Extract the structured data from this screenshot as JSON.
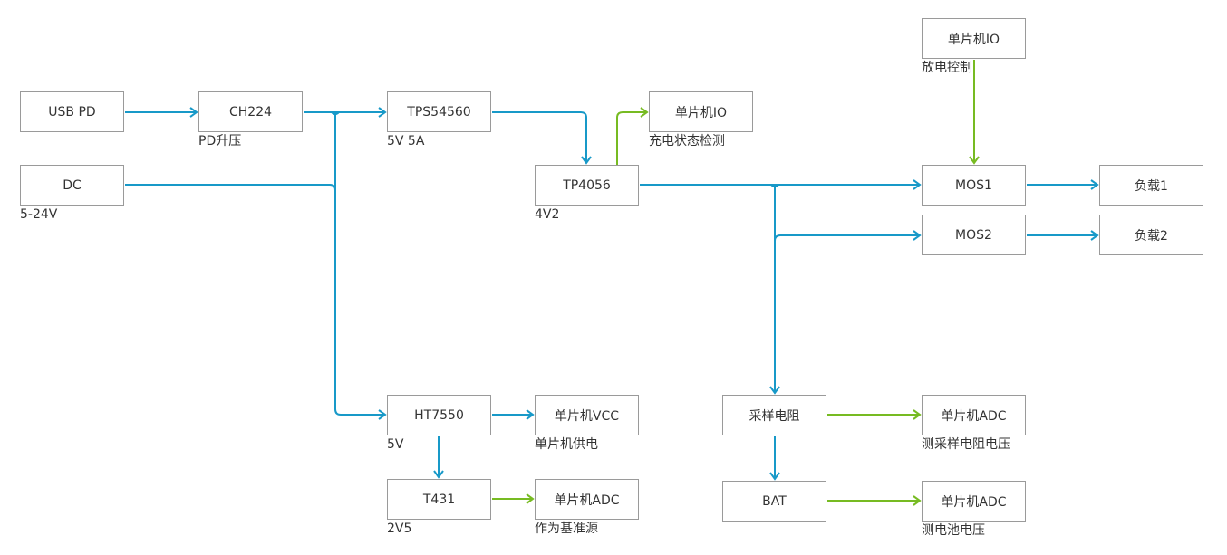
{
  "colors": {
    "power": "#1899c8",
    "signal": "#77bb22",
    "border": "#9a9a9a",
    "text": "#333333"
  },
  "nodes": {
    "usbpd": {
      "label": "USB PD",
      "note": ""
    },
    "dc": {
      "label": "DC",
      "note": "5-24V"
    },
    "ch224": {
      "label": "CH224",
      "note": "PD升压"
    },
    "tps54560": {
      "label": "TPS54560",
      "note": "5V 5A"
    },
    "tp4056": {
      "label": "TP4056",
      "note": "4V2"
    },
    "mcu_io_charge": {
      "label": "单片机IO",
      "note": "充电状态检测"
    },
    "mcu_io_discharge": {
      "label": "单片机IO",
      "note": "放电控制"
    },
    "mos1": {
      "label": "MOS1",
      "note": ""
    },
    "mos2": {
      "label": "MOS2",
      "note": ""
    },
    "load1": {
      "label": "负载1",
      "note": ""
    },
    "load2": {
      "label": "负载2",
      "note": ""
    },
    "ht7550": {
      "label": "HT7550",
      "note": "5V"
    },
    "mcu_vcc": {
      "label": "单片机VCC",
      "note": "单片机供电"
    },
    "t431": {
      "label": "T431",
      "note": "2V5"
    },
    "mcu_adc_ref": {
      "label": "单片机ADC",
      "note": "作为基准源"
    },
    "shunt": {
      "label": "采样电阻",
      "note": ""
    },
    "mcu_adc_shunt": {
      "label": "单片机ADC",
      "note": "测采样电阻电压"
    },
    "bat": {
      "label": "BAT",
      "note": ""
    },
    "mcu_adc_bat": {
      "label": "单片机ADC",
      "note": "测电池电压"
    }
  },
  "edges": [
    {
      "from": "usbpd",
      "to": "ch224",
      "type": "power"
    },
    {
      "from": "ch224",
      "to": "tps54560",
      "type": "power"
    },
    {
      "from": "dc",
      "to": "tps54560",
      "type": "power"
    },
    {
      "from": "ch224",
      "to": "ht7550",
      "type": "power"
    },
    {
      "from": "tps54560",
      "to": "tp4056",
      "type": "power"
    },
    {
      "from": "tp4056",
      "to": "mcu_io_charge",
      "type": "signal"
    },
    {
      "from": "tp4056",
      "to": "mos1",
      "type": "power"
    },
    {
      "from": "tp4056",
      "to": "mos2",
      "type": "power"
    },
    {
      "from": "tp4056",
      "to": "shunt",
      "type": "power"
    },
    {
      "from": "mcu_io_discharge",
      "to": "mos1",
      "type": "signal"
    },
    {
      "from": "mos1",
      "to": "load1",
      "type": "power"
    },
    {
      "from": "mos2",
      "to": "load2",
      "type": "power"
    },
    {
      "from": "ht7550",
      "to": "mcu_vcc",
      "type": "power"
    },
    {
      "from": "ht7550",
      "to": "t431",
      "type": "power"
    },
    {
      "from": "t431",
      "to": "mcu_adc_ref",
      "type": "signal"
    },
    {
      "from": "shunt",
      "to": "mcu_adc_shunt",
      "type": "signal"
    },
    {
      "from": "shunt",
      "to": "bat",
      "type": "power"
    },
    {
      "from": "bat",
      "to": "mcu_adc_bat",
      "type": "signal"
    }
  ]
}
